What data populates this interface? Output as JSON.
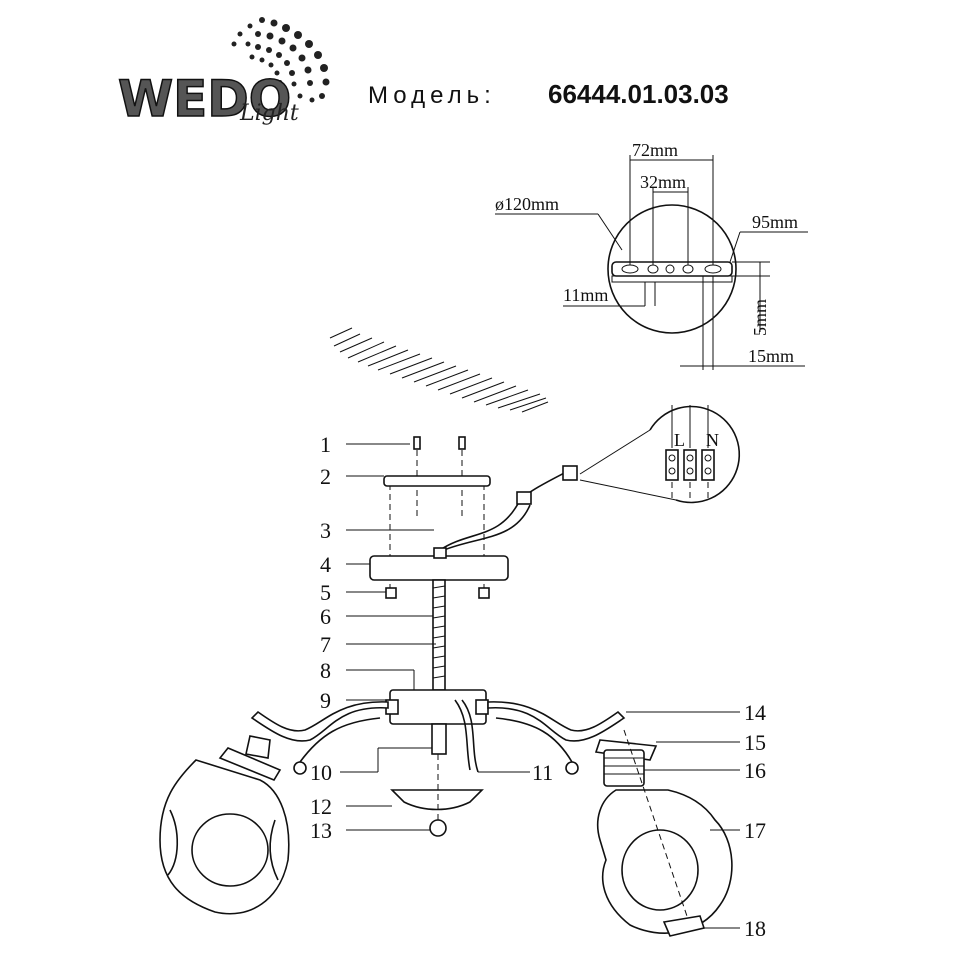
{
  "brand": {
    "name": "WEDO",
    "sub": "Light"
  },
  "header": {
    "model_label": "Модель:",
    "model_code": "66444.01.03.03"
  },
  "dimensions": {
    "d120": "ø120mm",
    "d72": "72mm",
    "d32": "32mm",
    "d95": "95mm",
    "d11": "11mm",
    "d5": "5mm",
    "d15": "15mm"
  },
  "terminal": {
    "l": "L",
    "n": "N"
  },
  "callouts": [
    "1",
    "2",
    "3",
    "4",
    "5",
    "6",
    "7",
    "8",
    "9",
    "10",
    "11",
    "12",
    "13",
    "14",
    "15",
    "16",
    "17",
    "18"
  ]
}
